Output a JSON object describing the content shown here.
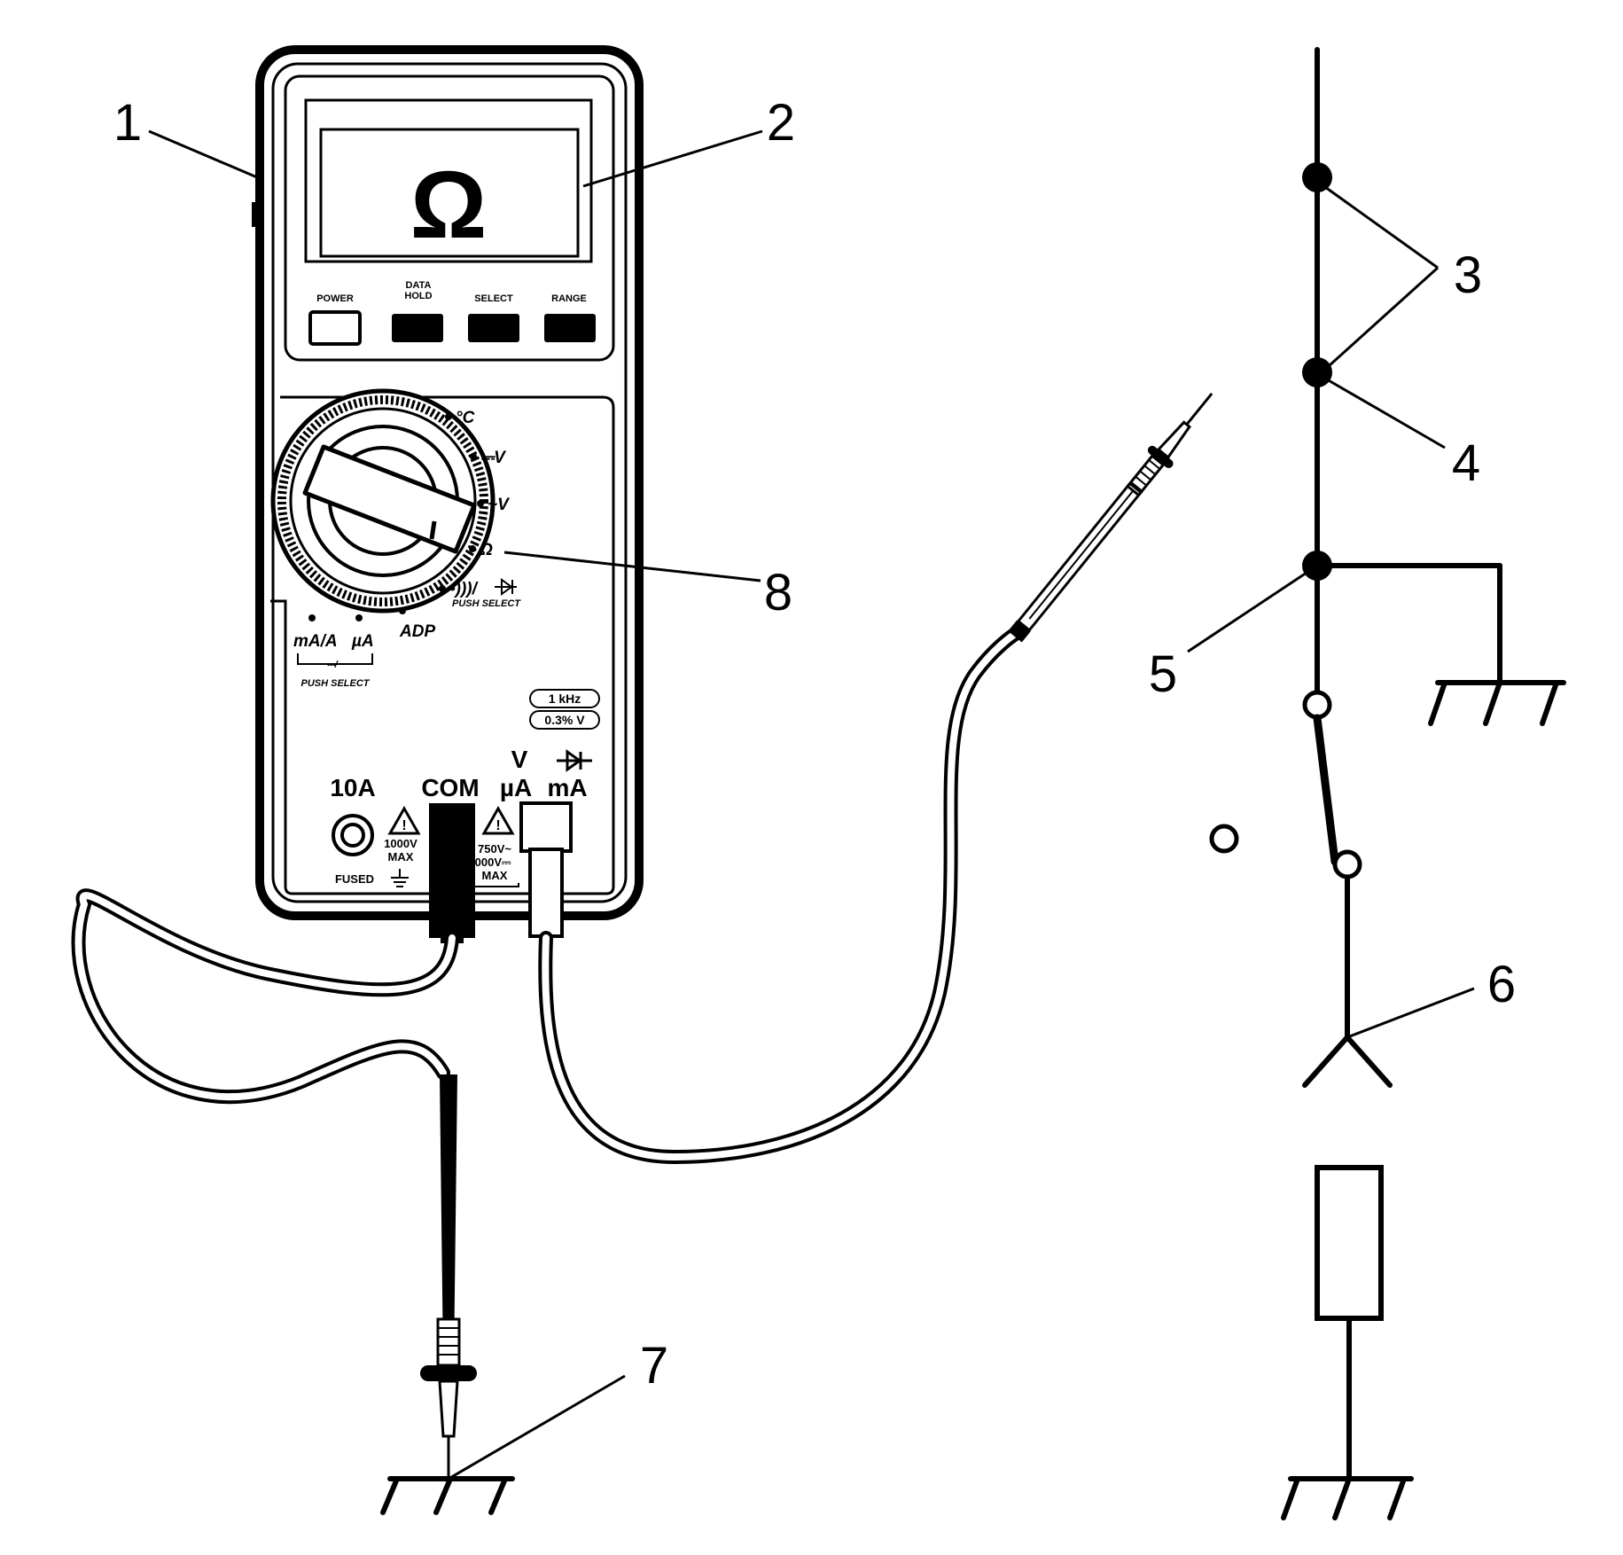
{
  "callouts": {
    "c1": "1",
    "c2": "2",
    "c3": "3",
    "c4": "4",
    "c5": "5",
    "c6": "6",
    "c7": "7",
    "c8": "8"
  },
  "display": {
    "symbol": "Ω"
  },
  "buttons": {
    "power": "POWER",
    "data_hold_1": "DATA",
    "data_hold_2": "HOLD",
    "select": "SELECT",
    "range": "RANGE"
  },
  "dial": {
    "temp": "°C",
    "dcv": "⎓V",
    "acv": "~V",
    "ohm": "Ω",
    "diode": "•)))/",
    "diode_push": "PUSH SELECT",
    "adp": "ADP",
    "ma_a": "mA/A",
    "ua": "µA",
    "acdc": "⎓/~",
    "push_select": "PUSH SELECT"
  },
  "specs": {
    "freq": "1 kHz",
    "acc": "0.3% V"
  },
  "jacks": {
    "a10": "10A",
    "com": "COM",
    "v": "V",
    "ua": "µA",
    "ma": "mA",
    "fused": "FUSED",
    "max1_a": "1000V",
    "max1_b": "MAX",
    "max2_a": "750V~",
    "max2_b": "000V⎓",
    "max2_c": "MAX"
  },
  "colors": {
    "ink": "#000000",
    "paper": "#ffffff"
  }
}
